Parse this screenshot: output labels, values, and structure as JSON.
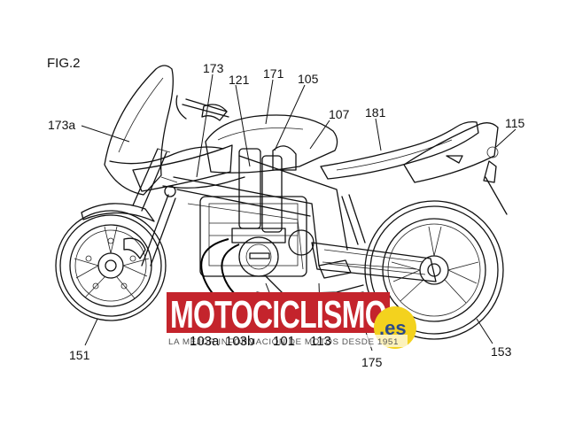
{
  "figure": {
    "title": "FIG.2"
  },
  "labels": {
    "l173": "173",
    "l171": "171",
    "l121": "121",
    "l105": "105",
    "l107": "107",
    "l181": "181",
    "l115": "115",
    "l173a": "173a",
    "l151": "151",
    "l153": "153",
    "l175": "175",
    "l103a": "103a",
    "l103b": "103b",
    "l101": "101",
    "l113": "113"
  },
  "watermark": {
    "brand": "MOTOCICLISMO",
    "domain": ".es",
    "tagline": "LA MEJOR INFORMACIÓN DE MOTOS DESDE 1951",
    "colors": {
      "red": "#c4242c",
      "yellow": "#f3d21e",
      "blue": "#2b4a8a"
    }
  }
}
